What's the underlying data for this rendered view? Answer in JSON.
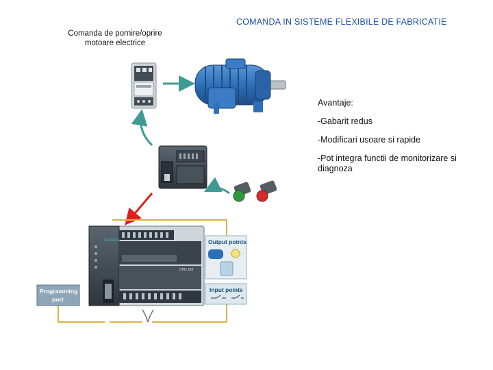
{
  "header": {
    "title": "COMANDA IN SISTEME FLEXIBILE DE FABRICATIE"
  },
  "caption": {
    "line1": "Comanda de pornire/oprire",
    "line2": "motoare electrice"
  },
  "advantages": {
    "heading": "Avantaje:",
    "items": [
      "-Gabarit redus",
      "-Modificari usoare si rapide",
      "-Pot integra functii de monitorizare si diagnoza"
    ]
  },
  "diagram": {
    "output_label": "Output points",
    "input_label": "Input points",
    "programming_label_1": "Programming",
    "programming_label_2": "port",
    "plc_brand": "SIEMENS",
    "plc_model": "CPU 222"
  },
  "colors": {
    "title": "#1f4fa8",
    "arrow_teal": "#3f9a93",
    "arrow_red": "#e02020",
    "motor_blue": "#2f6fb8",
    "label_box": "#cfe3ea",
    "border_gold": "#d9b24a"
  }
}
